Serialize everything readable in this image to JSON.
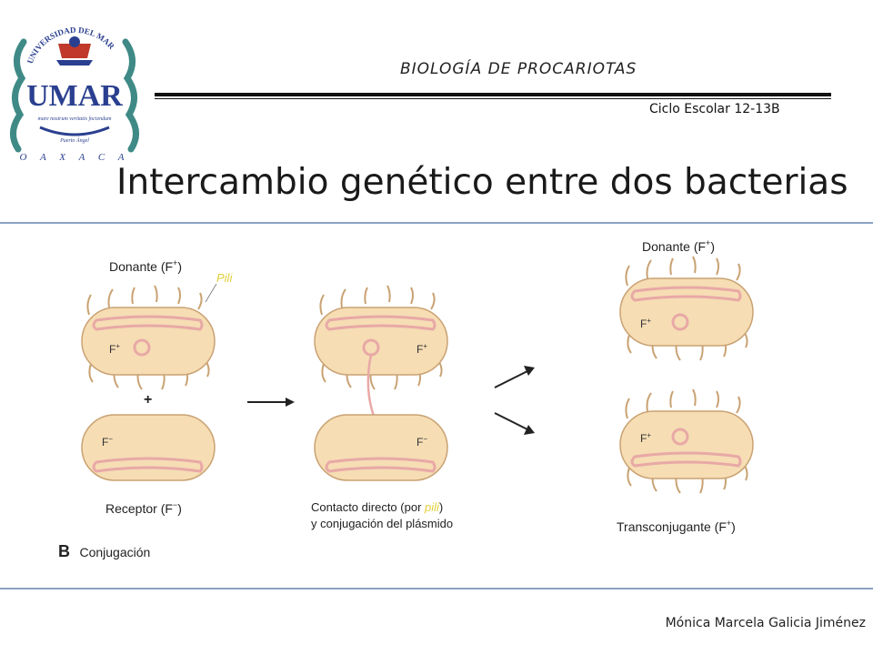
{
  "logo": {
    "arc_text": "UNIVERSIDAD DEL MAR",
    "monogram": "UMAR",
    "motto": "mare nostrum veritatis fociendum",
    "campus": "Puerto Ángel",
    "state_letters": "O A X A C A"
  },
  "header": {
    "course": "BIOLOGÍA DE PROCARIOTAS",
    "cycle": "Ciclo Escolar 12-13B"
  },
  "title": "Intercambio genético entre dos bacterias",
  "figure": {
    "donor_label": "Donante (F",
    "donor_sup": "+",
    "pili_label": "Pili",
    "f_plus": "F",
    "f_minus": "F",
    "sup_plus": "+",
    "sup_minus": "−",
    "plus_sign": "+",
    "receptor_label": "Receptor (F",
    "receptor_sup": "−",
    "close_paren": ")",
    "contact_line1_a": "Contacto directo (por ",
    "contact_line1_pili": "pili",
    "contact_line1_b": ")",
    "contact_line2": "y conjugación del plásmido",
    "result_donor_label": "Donante (F",
    "transconj_label": "Transconjugante (F",
    "panel_letter": "B",
    "panel_caption": "Conjugación"
  },
  "footer": {
    "author": "Mónica Marcela Galicia Jiménez"
  },
  "colors": {
    "cell_fill": "#f6ddb4",
    "cell_stroke": "#c9a273",
    "chromosome": "#e8a9a6",
    "pili_label": "#e3cf3a",
    "rule": "#8aa3c3",
    "logo_blue": "#2a3f8f",
    "logo_teal": "#3f8a86"
  }
}
